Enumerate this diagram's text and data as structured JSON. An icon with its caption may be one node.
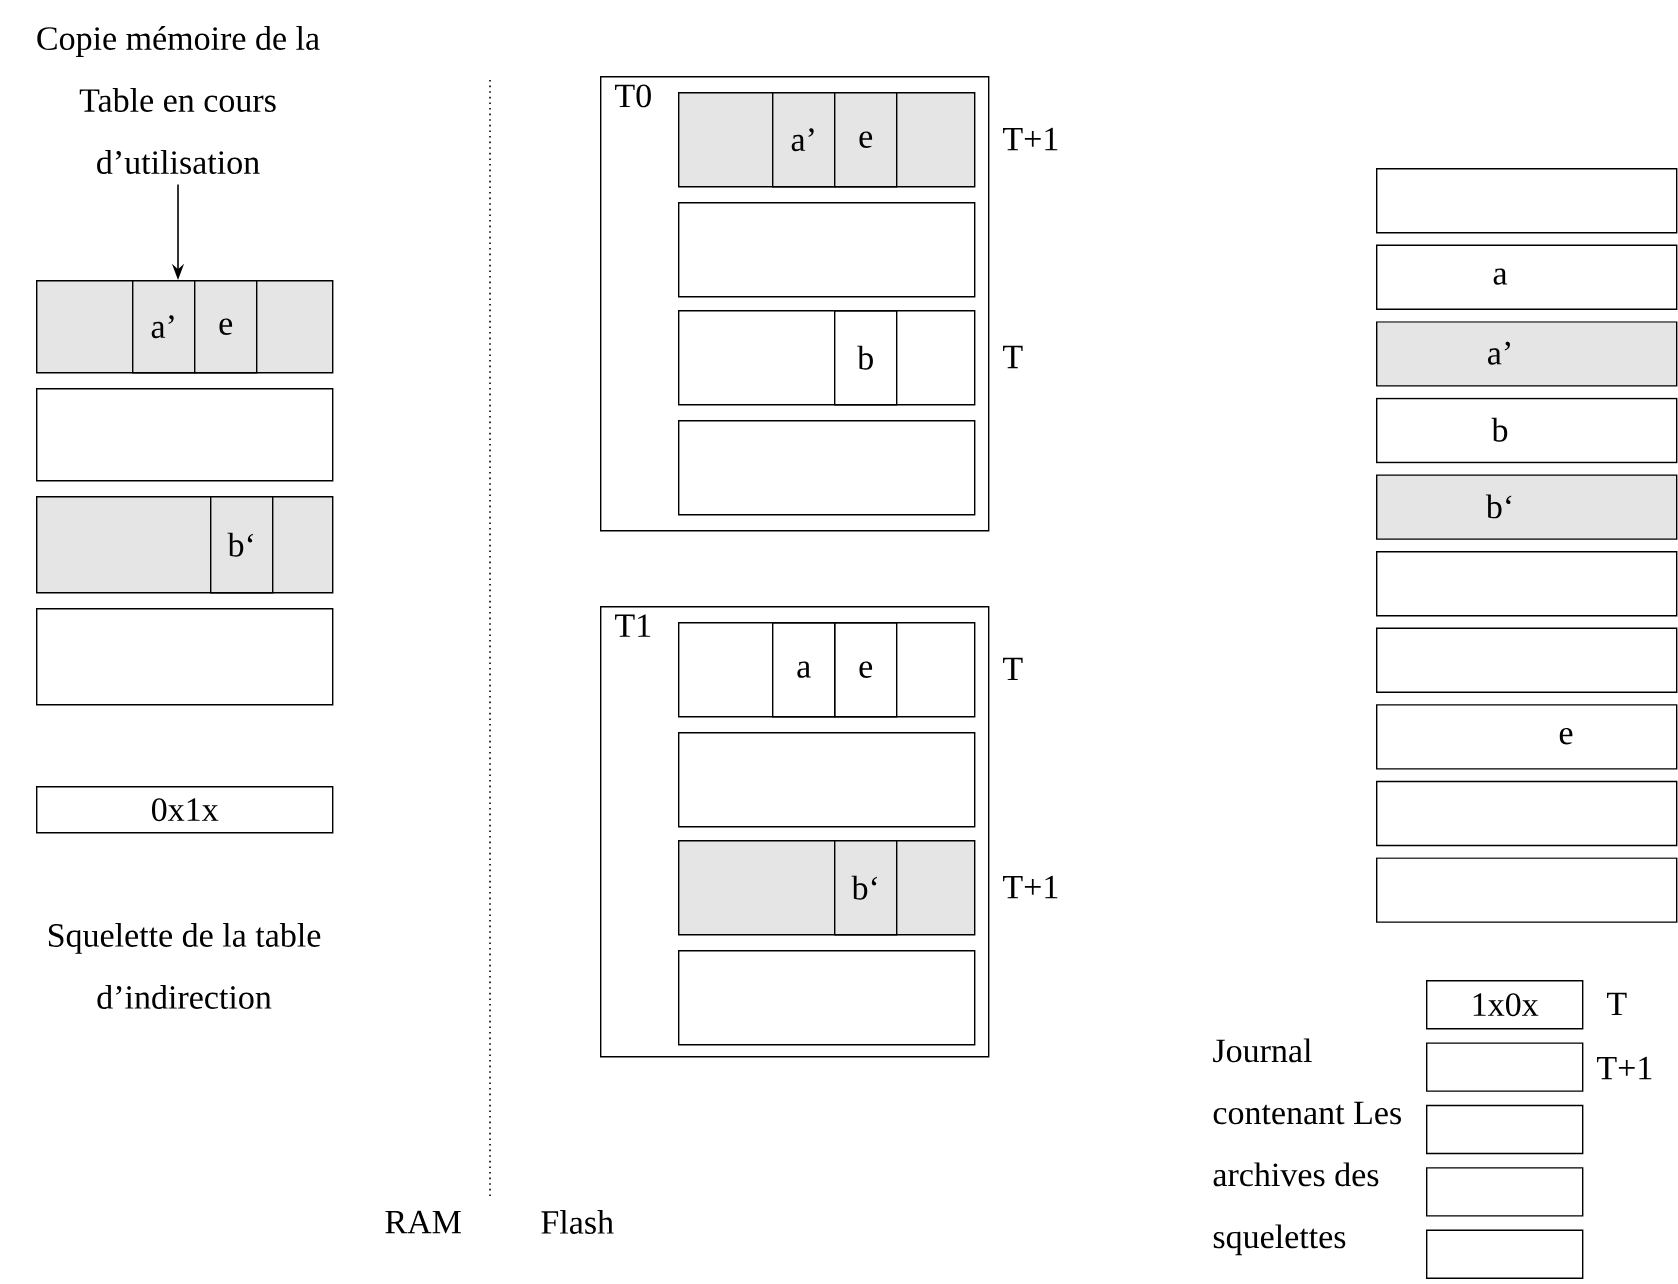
{
  "diagram": {
    "nodes": [
      {
        "text": [
          "Copie mémoire de la Table en cours d’utilisation"
        ]
      },
      {
        "text": [],
        "shape": "box"
      },
      {
        "text": [
          "a’"
        ],
        "in": 1
      },
      {
        "text": [
          "e"
        ],
        "in": 1
      },
      {
        "text": [],
        "shape": "box"
      },
      {
        "text": [],
        "shape": "box"
      },
      {
        "text": [
          "b‘"
        ],
        "in": 5
      },
      {
        "text": [],
        "shape": "box"
      },
      {
        "text": [
          "0x1x"
        ],
        "beside": [
          "Squelette de la table d’indirection"
        ]
      },
      {
        "text": [
          "T0"
        ]
      },
      {
        "text": [],
        "shape": "box",
        "in": 9,
        "beside": [
          "T+1"
        ]
      },
      {
        "text": [
          "a’"
        ],
        "in": 10
      },
      {
        "text": [
          "e"
        ],
        "in": 10
      },
      {
        "text": [],
        "shape": "box",
        "in": 9
      },
      {
        "text": [],
        "shape": "box",
        "in": 9,
        "beside": [
          "T"
        ]
      },
      {
        "text": [
          "b"
        ],
        "in": 14
      },
      {
        "text": [],
        "shape": "box",
        "in": 9
      },
      {
        "text": [
          "T1"
        ]
      },
      {
        "text": [],
        "shape": "box",
        "in": 17,
        "beside": [
          "T"
        ]
      },
      {
        "text": [
          "a"
        ],
        "in": 18
      },
      {
        "text": [
          "e"
        ],
        "in": 18
      },
      {
        "text": [],
        "shape": "box",
        "in": 17
      },
      {
        "text": [],
        "shape": "box",
        "in": 17,
        "beside": [
          "T+1"
        ]
      },
      {
        "text": [
          "b‘"
        ],
        "in": 22
      },
      {
        "text": [],
        "shape": "box",
        "in": 17
      },
      {
        "text": [],
        "shape": "box"
      },
      {
        "text": [
          "a"
        ]
      },
      {
        "text": [
          "a’"
        ]
      },
      {
        "text": [
          "b"
        ]
      },
      {
        "text": [
          "b‘"
        ]
      },
      {
        "text": [],
        "shape": "box"
      },
      {
        "text": [],
        "shape": "box"
      },
      {
        "text": [
          "e"
        ]
      },
      {
        "text": [],
        "shape": "box"
      },
      {
        "text": [],
        "shape": "box"
      },
      {
        "text": [
          "1x0x"
        ],
        "beside": [
          "T"
        ]
      },
      {
        "text": [],
        "shape": "box",
        "beside": [
          "T+1"
        ]
      },
      {
        "text": [],
        "shape": "box"
      },
      {
        "text": [],
        "shape": "box"
      },
      {
        "text": [],
        "shape": "box"
      }
    ],
    "edges": [
      {
        "from": 0,
        "to": 1,
        "arrow": "to"
      }
    ],
    "labels": [
      "RAM",
      "Flash",
      "Journal contenant Les archives des squelettes"
    ]
  }
}
